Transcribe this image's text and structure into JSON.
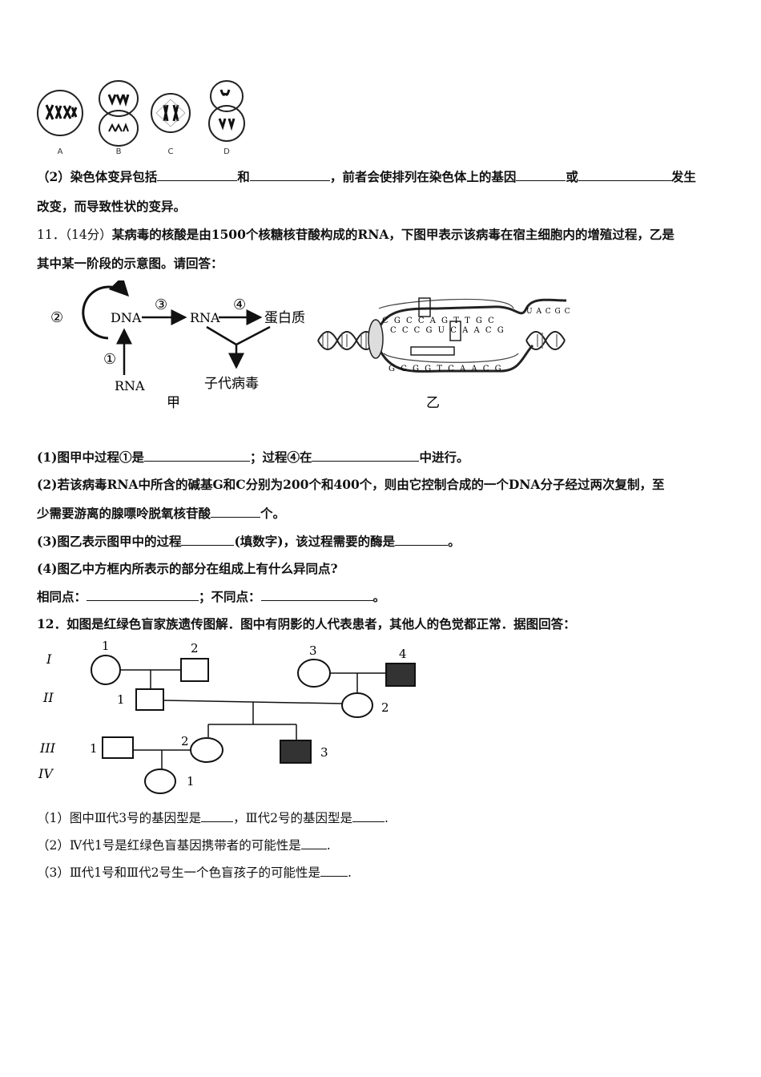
{
  "figure_cells": {
    "labels": [
      "A",
      "B",
      "C",
      "D"
    ]
  },
  "q10": {
    "part2_prefix": "（2）染色体变异包括",
    "and": "和",
    "mid": "，前者会使排列在染色体上的基因",
    "or": "或",
    "suffix": "发生",
    "line2": "改变，而导致性状的变异。"
  },
  "q11": {
    "num": "11．",
    "score": "（14分）",
    "stem_line1": "某病毒的核酸是由1500个核糖核苷酸构成的RNA，下图甲表示该病毒在宿主细胞内的增殖过程，乙是",
    "stem_line2": "其中某一阶段的示意图。请回答：",
    "fig_jia": {
      "caption": "甲",
      "dna": "DNA",
      "rna_mid": "RNA",
      "protein": "蛋白质",
      "rna_bottom": "RNA",
      "offspring": "子代病毒",
      "step1": "①",
      "step2": "②",
      "step3": "③",
      "step4": "④"
    },
    "fig_yi": {
      "caption": "乙",
      "top_strand": "C G C C A G T T G C",
      "mid_strand": "C C C G U C A A C G",
      "bottom_strand": "G C G G T C A A C G",
      "tail": "U A C G C U"
    },
    "p1_a": "(1)图甲中过程①是",
    "p1_b": "；过程④在",
    "p1_c": "中进行。",
    "p2_line1": "(2)若该病毒RNA中所含的碱基G和C分别为200个和400个，则由它控制合成的一个DNA分子经过两次复制，至",
    "p2_line2a": "少需要游离的腺嘌呤脱氧核苷酸",
    "p2_line2b": "个。",
    "p3_a": "(3)图乙表示图甲中的过程",
    "p3_b": "(填数字)，该过程需要的酶是",
    "p3_c": "。",
    "p4": "(4)图乙中方框内所表示的部分在组成上有什么异同点?",
    "same": "相同点：",
    "diff": "；不同点：",
    "end": "。"
  },
  "q12": {
    "stem": "12．如图是红绿色盲家族遗传图解．图中有阴影的人代表患者，其他人的色觉都正常．据图回答：",
    "generations": [
      "I",
      "II",
      "III",
      "IV"
    ],
    "person_nums": {
      "i1": "1",
      "i2": "2",
      "i3": "3",
      "i4": "4",
      "ii1": "1",
      "ii2": "2",
      "iii1": "1",
      "iii2": "2",
      "iii3": "3",
      "iv1": "1"
    },
    "q1a": "（1）图中Ⅲ代3号的基因型是",
    "q1b": "，Ⅲ代2号的基因型是",
    "q1c": ".",
    "q2a": "（2）Ⅳ代1号是红绿色盲基因携带者的可能性是",
    "q2b": ".",
    "q3a": "（3）Ⅲ代1号和Ⅲ代2号生一个色盲孩子的可能性是",
    "q3b": "."
  }
}
